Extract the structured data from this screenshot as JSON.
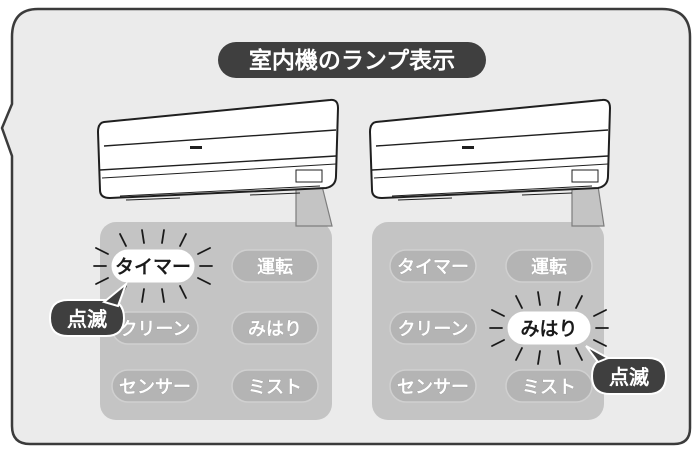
{
  "title": "室内機のランプ表示",
  "panels": [
    {
      "lamps": [
        "タイマー",
        "運転",
        "クリーン",
        "みはり",
        "センサー",
        "ミスト"
      ],
      "blinking": "タイマー",
      "badge": "点滅"
    },
    {
      "lamps": [
        "タイマー",
        "運転",
        "クリーン",
        "みはり",
        "センサー",
        "ミスト"
      ],
      "blinking": "みはり",
      "badge": "点滅"
    }
  ],
  "colors": {
    "frame_fill": "#ebebeb",
    "title_pill": "#3f3f3f",
    "panel_fill": "#c4c4c4",
    "badge_fill": "#3f3f3f"
  },
  "icons": [
    "air-conditioner-unit-icon",
    "blinking-rays-icon"
  ]
}
